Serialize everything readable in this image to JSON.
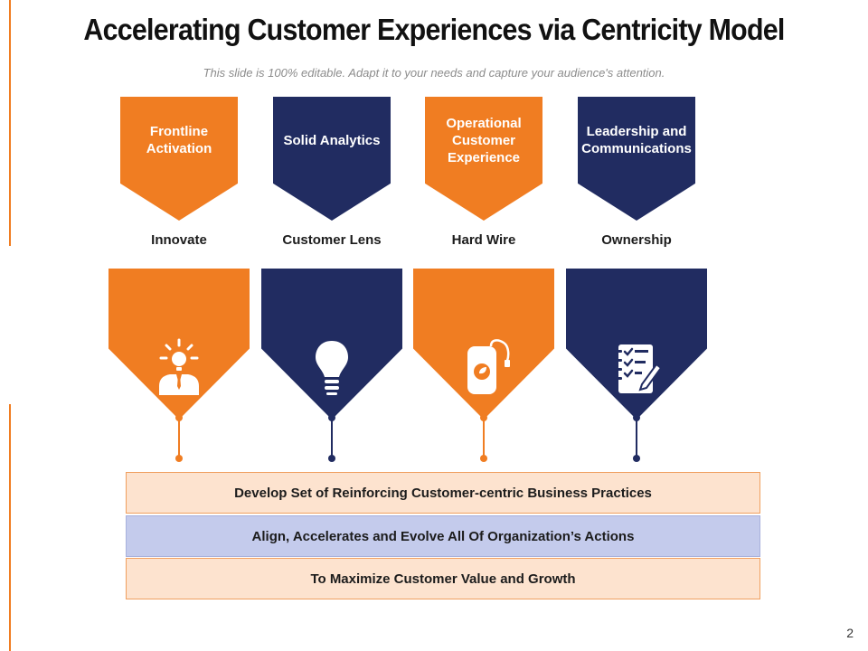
{
  "slide": {
    "title": "Accelerating Customer Experiences via Centricity Model",
    "subtitle": "This slide is 100% editable.  Adapt it to your needs and capture your audience's attention.",
    "page_number": "2"
  },
  "colors": {
    "orange": "#f07d22",
    "navy": "#212c61",
    "band_peach": "#fde3cf",
    "band_lavender": "#c4cbec",
    "band_border": "#f0a060"
  },
  "columns": [
    {
      "tag": "Frontline Activation",
      "label": "Innovate",
      "color": "orange",
      "icon": "businessman-lightbulb-icon"
    },
    {
      "tag": "Solid Analytics",
      "label": "Customer Lens",
      "color": "navy",
      "icon": "lightbulb-icon"
    },
    {
      "tag": "Operational Customer Experience",
      "label": "Hard Wire",
      "color": "orange",
      "icon": "power-bank-icon"
    },
    {
      "tag": "Leadership and Communications",
      "label": "Ownership",
      "color": "navy",
      "icon": "checklist-icon"
    }
  ],
  "bands": [
    {
      "text": "Develop Set of Reinforcing Customer-centric Business Practices",
      "color": "band_peach"
    },
    {
      "text": "Align, Accelerates and Evolve All Of Organization’s Actions",
      "color": "band_lavender"
    },
    {
      "text": "To Maximize Customer Value and Growth",
      "color": "band_peach"
    }
  ]
}
